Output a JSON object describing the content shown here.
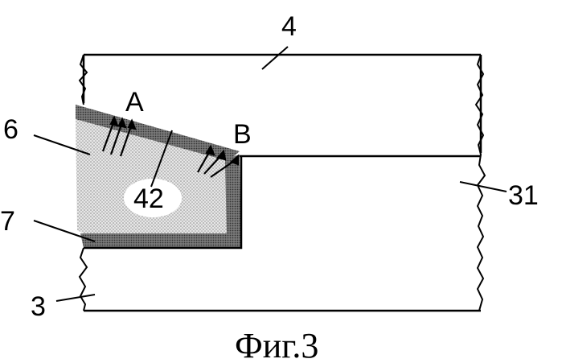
{
  "figure": {
    "caption": "Фиг.3",
    "labels": {
      "part_4": "4",
      "part_6": "6",
      "part_7": "7",
      "part_3": "3",
      "part_31": "31",
      "part_42": "42",
      "point_a": "A",
      "point_b": "B"
    }
  }
}
